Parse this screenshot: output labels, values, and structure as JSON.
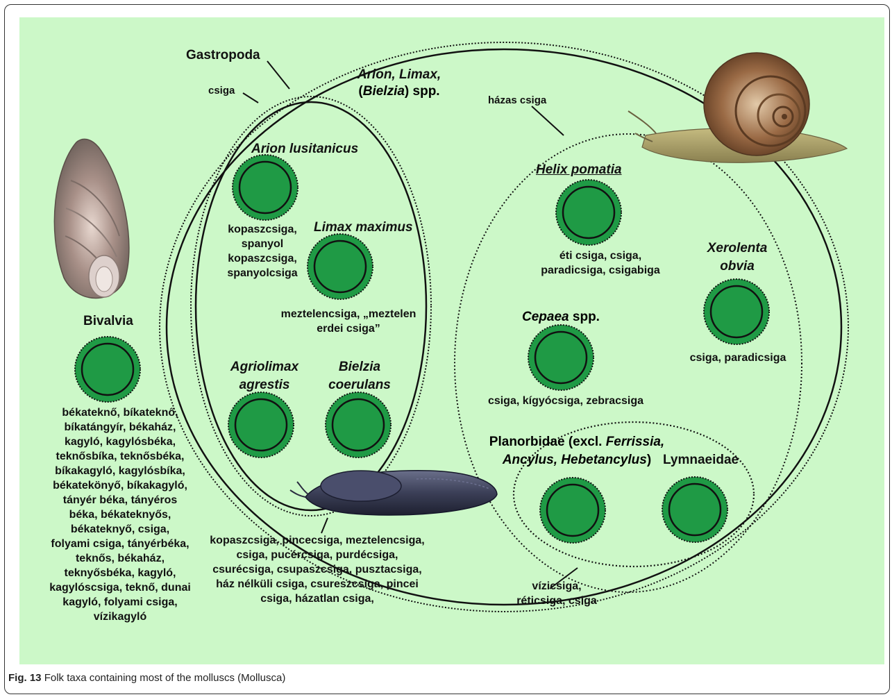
{
  "caption": {
    "fig": "Fig. 13",
    "text": "Folk taxa containing most of the molluscs (Mollusca)"
  },
  "groups": {
    "gastropoda": "Gastropoda",
    "csiga": "csiga",
    "slugs": "Arion, Limax,",
    "slugs_bielzia": "Bielzia",
    "slugs_spp": "spp.",
    "hazas": "házas csiga",
    "bivalvia": "Bivalvia",
    "planorbidae_pre": "Planorbidae (excl.",
    "planorbidae_it1": "Ferrissia,",
    "planorbidae_it2": "Ancylus, Hebetancylus",
    "lymnaeidae": "Lymnaeidae"
  },
  "taxa": {
    "arion_lusitanicus": "Arion lusitanicus",
    "limax_maximus": "Limax maximus",
    "agriolimax_1": "Agriolimax",
    "agriolimax_2": "agrestis",
    "bielzia_1": "Bielzia",
    "bielzia_2": "coerulans",
    "helix": "Helix pomatia",
    "xerolenta_1": "Xerolenta",
    "xerolenta_2": "obvia",
    "cepaea": "Cepaea",
    "cepaea_spp": "spp."
  },
  "names": {
    "arion_lusitanicus": [
      "kopaszcsiga,",
      "spanyol",
      "kopaszcsiga,",
      "spanyolcsiga"
    ],
    "limax_maximus": [
      "meztelencsiga, „meztelen",
      "erdei csiga”"
    ],
    "helix": [
      "éti csiga, csiga,",
      "paradicsiga, csigabiga"
    ],
    "xerolenta": [
      "csiga, paradicsiga"
    ],
    "cepaea": [
      "csiga, kígyócsiga, zebracsiga"
    ],
    "water": [
      "vízicsiga,",
      "réticsiga, csiga"
    ],
    "slug_group": [
      "kopaszcsiga, pincecsiga, meztelencsiga,",
      "csiga, pucércsiga, purdécsiga,",
      "csurécsiga, csupaszcsiga, pusztacsiga,",
      "ház nélküli csiga, csureszcsiga, pincei",
      "csiga, házatlan csiga,"
    ],
    "bivalvia": [
      "békateknő, bíkateknő,",
      "bíkatángyír, békaház,",
      "kagyló, kagylósbéka,",
      "teknősbíka, teknősbéka,",
      "bíkakagyló, kagylósbíka,",
      "békatekönyő, bíkakagyló,",
      "tányér béka, tányéros",
      "béka, békateknyős,",
      "békateknyő, csiga,",
      "folyami csiga, tányérbéka,",
      "teknős, békaház,",
      "teknyősbéka, kagyló,",
      "kagylóscsiga, teknő, dunai",
      "kagyló, folyami csiga,",
      "vízikagyló"
    ]
  }
}
